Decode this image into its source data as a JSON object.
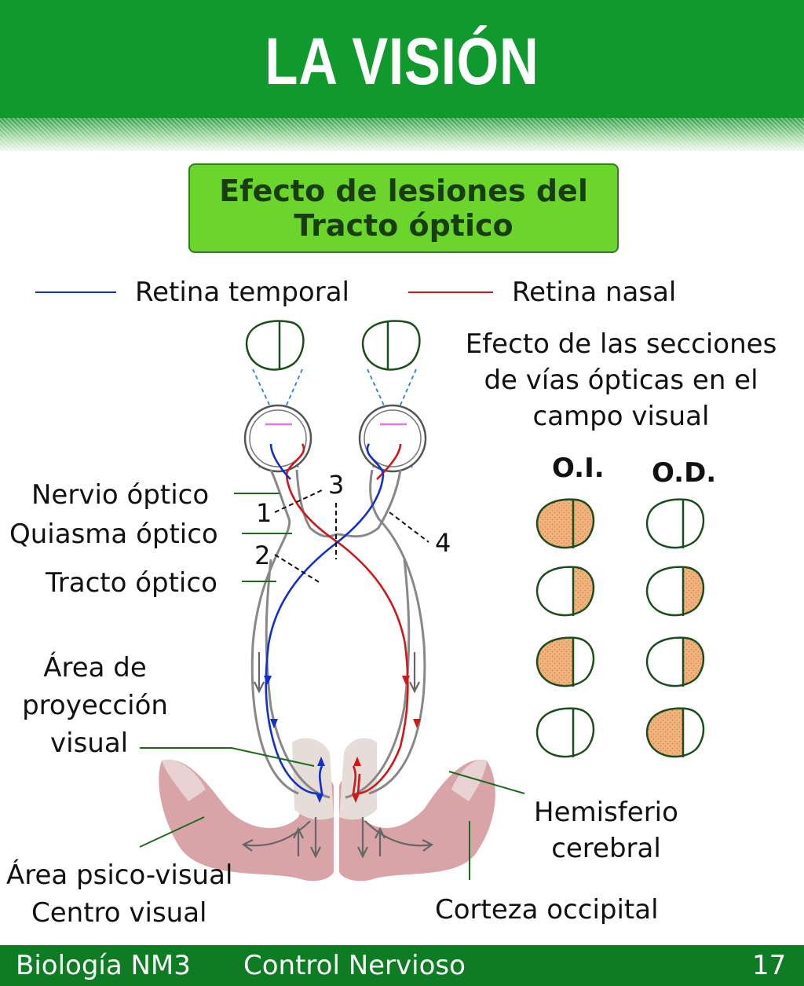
{
  "header": {
    "title": "LA VISIÓN"
  },
  "subtitle": {
    "line1": "Efecto de lesiones del",
    "line2": "Tracto óptico"
  },
  "legend": {
    "temporal": "Retina temporal",
    "nasal": "Retina nasal"
  },
  "colors": {
    "temporal": "#1030c8",
    "nasal": "#d01818",
    "header": "#109a2e",
    "subtitle_box": "#6bd52b",
    "lesion_fill": "#f1b27c",
    "brain": "#d9a4a8"
  },
  "effect_note": {
    "line1": "Efecto de las secciones",
    "line2": "de vías ópticas en el",
    "line3": "campo visual"
  },
  "columns": {
    "left": "O.I.",
    "right": "O.D."
  },
  "labels": {
    "optic_nerve": "Nervio óptico",
    "chiasm": "Quiasma óptico",
    "tract": "Tracto óptico",
    "projection_area": {
      "line1": "Área de",
      "line2": "proyección",
      "line3": "visual"
    },
    "psycho_area": "Área psico-visual",
    "visual_center": "Centro visual",
    "hemisphere": {
      "line1": "Hemisferio",
      "line2": "cerebral"
    },
    "cortex": "Corteza occipital"
  },
  "lesion_numbers": {
    "n1": "1",
    "n2": "2",
    "n3": "3",
    "n4": "4"
  },
  "field_defects": [
    {
      "lesion": "1",
      "oi": "full",
      "od": "none"
    },
    {
      "lesion": "2",
      "oi": "right",
      "od": "right"
    },
    {
      "lesion": "3",
      "oi": "left",
      "od": "right"
    },
    {
      "lesion": "4",
      "oi": "none",
      "od": "left"
    }
  ],
  "footer": {
    "course": "Biología NM3",
    "topic": "Control Nervioso",
    "page": "17"
  }
}
